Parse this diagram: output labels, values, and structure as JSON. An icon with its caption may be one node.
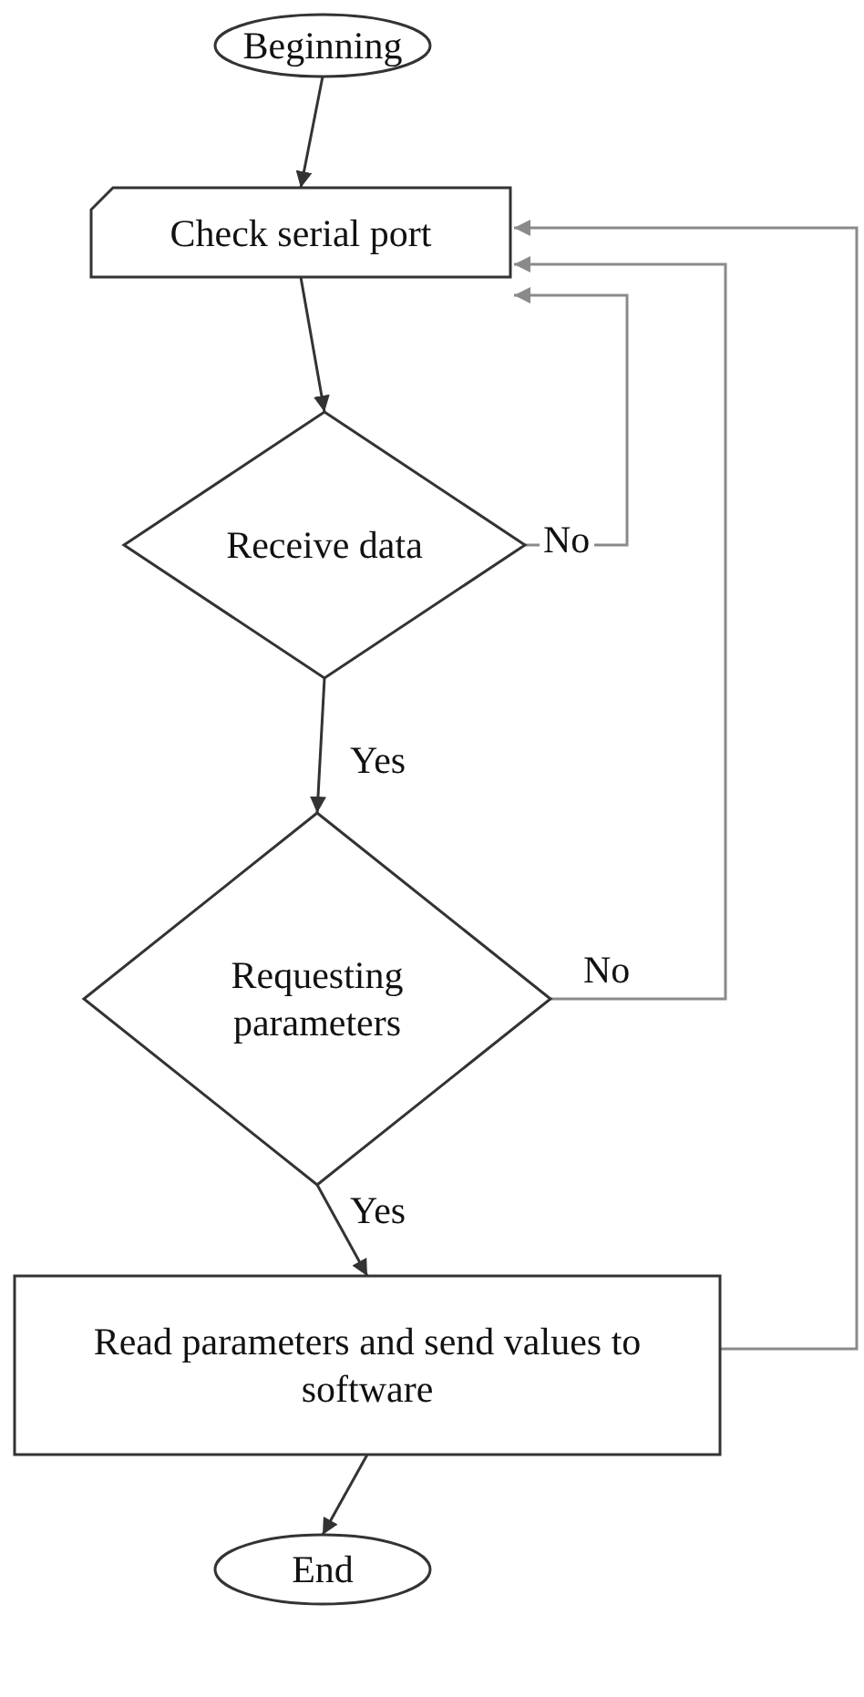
{
  "diagram": {
    "nodes": [
      {
        "text": [
          "Beginning"
        ]
      },
      {
        "text": [
          "Check serial port"
        ]
      },
      {
        "text": [
          "Receive data"
        ]
      },
      {
        "text": [
          "Requesting parameters"
        ]
      },
      {
        "text": [
          "Read parameters and send values to software"
        ]
      },
      {
        "text": [
          "End"
        ]
      }
    ],
    "edges": [
      {
        "from": 0,
        "to": 1,
        "arrow": "to"
      },
      {
        "from": 1,
        "to": 2,
        "arrow": "to"
      },
      {
        "from": 2,
        "to": 1,
        "arrow": "to",
        "label": "No",
        "color": "#8a8a8a"
      },
      {
        "from": 2,
        "to": 3,
        "arrow": "to",
        "label": "Yes"
      },
      {
        "from": 3,
        "to": 1,
        "arrow": "to",
        "label": "No",
        "color": "#8a8a8a"
      },
      {
        "from": 3,
        "to": 4,
        "arrow": "to",
        "label": "Yes"
      },
      {
        "from": 4,
        "to": 1,
        "arrow": "to",
        "color": "#8a8a8a"
      },
      {
        "from": 4,
        "to": 5,
        "arrow": "to"
      }
    ]
  }
}
